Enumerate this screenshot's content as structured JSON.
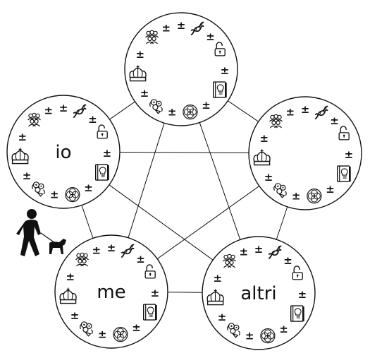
{
  "circle_labels": {
    "top": "",
    "right": "",
    "left": "io",
    "bottom_left": "me",
    "bottom_right": "altri"
  },
  "plus_minus": "±",
  "icons": [
    "group-icon",
    "dna-icon",
    "unlock-icon",
    "lightbulb-book-icon",
    "flower-of-life-icon",
    "bouquet-icon",
    "crown-icon"
  ],
  "figure": "person-walking-dog-icon"
}
